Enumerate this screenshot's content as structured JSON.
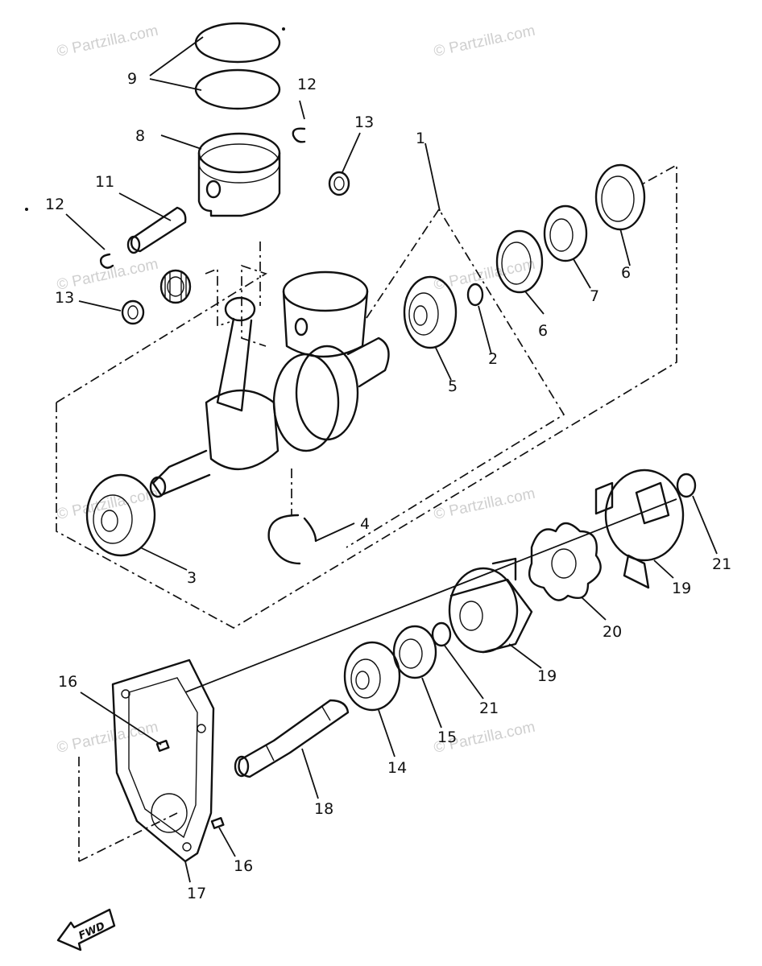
{
  "callouts": {
    "n1": "1",
    "n2": "2",
    "n3": "3",
    "n4": "4",
    "n5": "5",
    "n6a": "6",
    "n6b": "6",
    "n7": "7",
    "n8": "8",
    "n9": "9",
    "n11": "11",
    "n12a": "12",
    "n12b": "12",
    "n13a": "13",
    "n13b": "13",
    "n14": "14",
    "n15": "15",
    "n16a": "16",
    "n16b": "16",
    "n17": "17",
    "n18": "18",
    "n19a": "19",
    "n19b": "19",
    "n20": "20",
    "n21a": "21",
    "n21b": "21"
  },
  "watermark": "© Partzilla.com",
  "fwd_label": "FWD"
}
